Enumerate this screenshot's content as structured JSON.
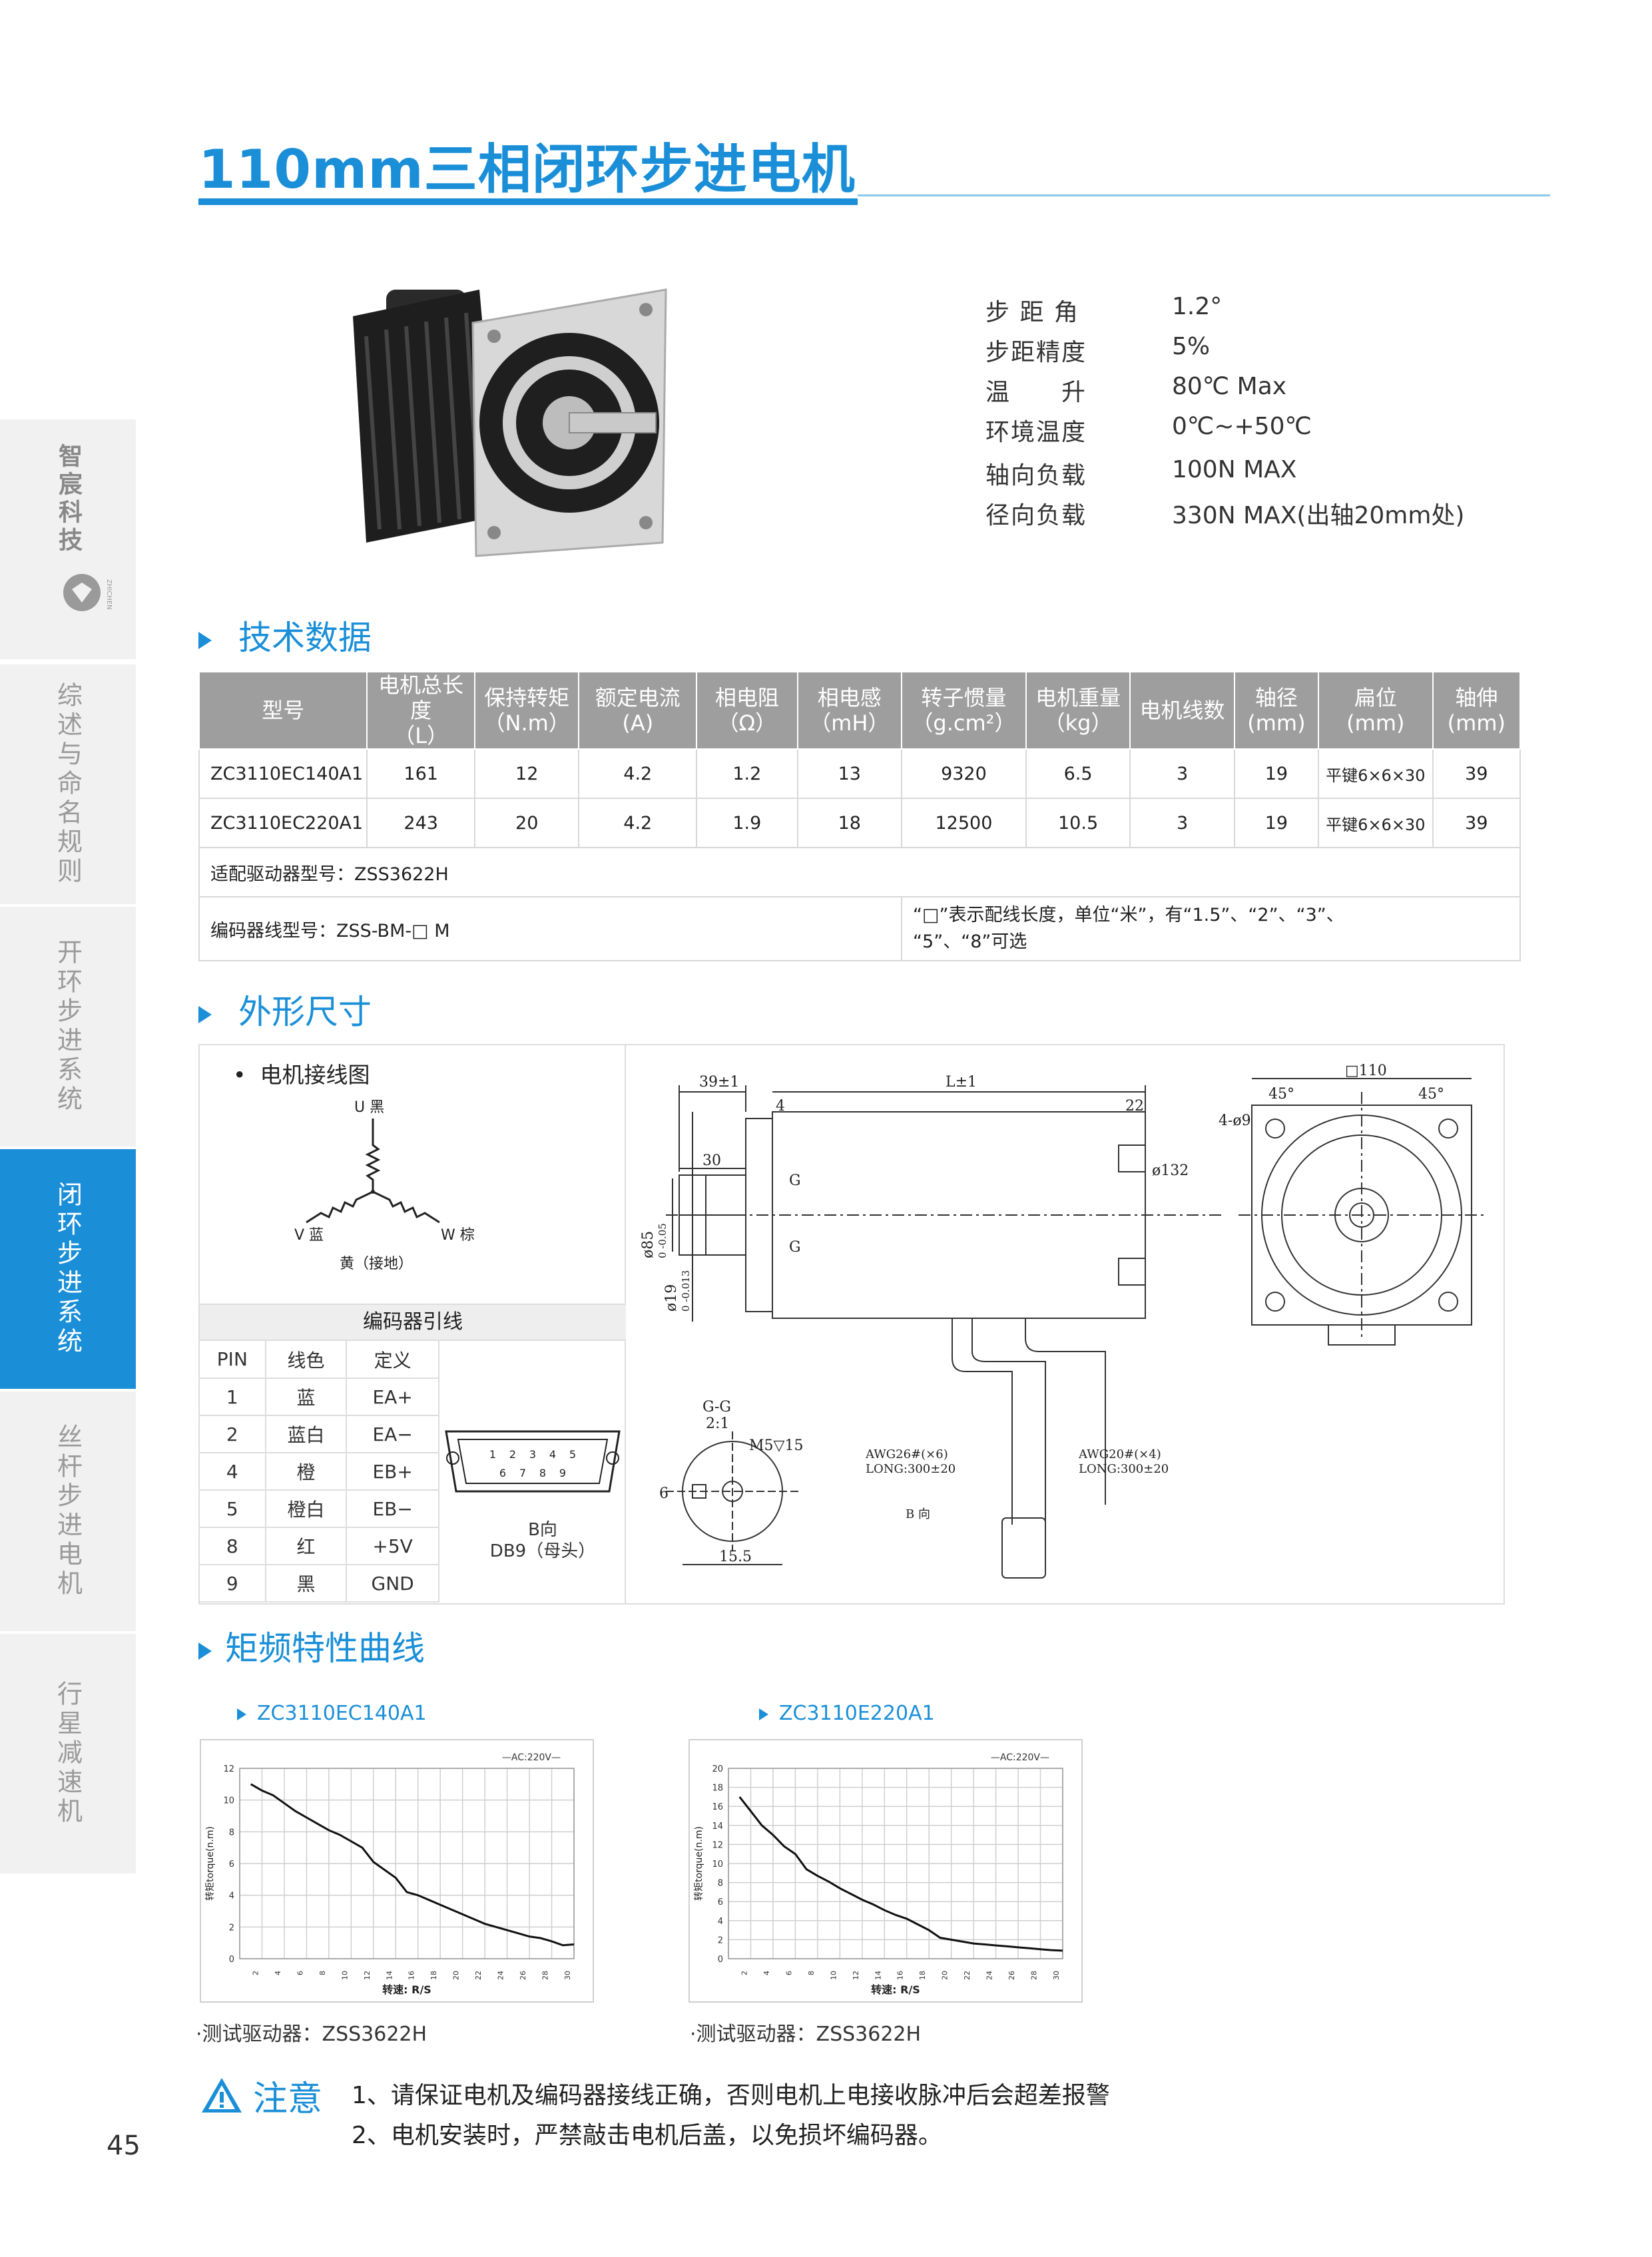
{
  "title": "110mm三相闭环步进电机",
  "sidebar": {
    "logo_text": "智宸科技",
    "logo_sub": "ZHICHEN",
    "tabs": [
      "综述与命名规则",
      "开环步进系统",
      "闭环步进系统",
      "丝杆步进电机",
      "行星减速机"
    ],
    "active_index": 2
  },
  "specs": [
    {
      "label": "步 距 角",
      "value": "1.2°"
    },
    {
      "label": "步距精度",
      "value": "5%"
    },
    {
      "label": "温　　升",
      "value": "80℃ Max"
    },
    {
      "label": "环境温度",
      "value": "0℃~+50℃"
    },
    {
      "label": "轴向负载",
      "value": "100N MAX"
    },
    {
      "label": "径向负载",
      "value": "330N MAX(出轴20mm处)"
    }
  ],
  "section_tech": "技术数据",
  "tech_table": {
    "headers": [
      [
        "型号"
      ],
      [
        "电机总长度",
        "（L）"
      ],
      [
        "保持转矩",
        "（N.m）"
      ],
      [
        "额定电流",
        "(A)"
      ],
      [
        "相电阻",
        "（Ω）"
      ],
      [
        "相电感",
        "（mH）"
      ],
      [
        "转子惯量",
        "（g.cm²）"
      ],
      [
        "电机重量",
        "（kg）"
      ],
      [
        "电机线数"
      ],
      [
        "轴径",
        "(mm)"
      ],
      [
        "扁位",
        "(mm)"
      ],
      [
        "轴伸",
        "(mm)"
      ]
    ],
    "rows": [
      [
        "ZC3110EC140A1",
        "161",
        "12",
        "4.2",
        "1.2",
        "13",
        "9320",
        "6.5",
        "3",
        "19",
        "平键6×6×30",
        "39"
      ],
      [
        "ZC3110EC220A1",
        "243",
        "20",
        "4.2",
        "1.9",
        "18",
        "12500",
        "10.5",
        "3",
        "19",
        "平键6×6×30",
        "39"
      ]
    ],
    "driver_note": "适配驱动器型号：ZSS3622H",
    "encoder_cable": "编码器线型号：ZSS-BM-□ M",
    "cable_note_1": "“□”表示配线长度，单位“米”，有“1.5”、“2”、“3”、",
    "cable_note_2": "“5”、“8”可选"
  },
  "section_dims": "外形尺寸",
  "wiring": {
    "title": "电机接线图",
    "u": "U 黑",
    "v": "V 蓝",
    "w": "W 棕",
    "ground": "黄（接地）"
  },
  "encoder": {
    "title": "编码器引线",
    "headers": [
      "PIN",
      "线色",
      "定义"
    ],
    "rows": [
      [
        "1",
        "蓝",
        "EA+"
      ],
      [
        "2",
        "蓝白",
        "EA−"
      ],
      [
        "4",
        "橙",
        "EB+"
      ],
      [
        "5",
        "橙白",
        "EB−"
      ],
      [
        "8",
        "红",
        "+5V"
      ],
      [
        "9",
        "黑",
        "GND"
      ]
    ],
    "db9_view": "B向",
    "db9_name": "DB9（母头）",
    "db9_pins": [
      "1",
      "2",
      "3",
      "4",
      "5",
      "6",
      "7",
      "8",
      "9"
    ]
  },
  "drawing": {
    "d_39": "39±1",
    "d_L": "L±1",
    "d_4": "4",
    "d_22": "22",
    "d_30": "30",
    "d_G": "G",
    "d_85": "ø85",
    "d_85_tol": "0 -0.05",
    "d_19": "ø19",
    "d_19_tol": "0 -0.013",
    "d_132": "ø132",
    "d_110": "□110",
    "d_4x9": "4-ø9",
    "d_45a": "45°",
    "d_45b": "45°",
    "sec_gg": "G-G",
    "sec_scale": "2:1",
    "d_m5": "M5▽15",
    "d_6": "6",
    "d_155": "15.5",
    "awg26": "AWG26#(×6)",
    "long1": "LONG:300±20",
    "awg20": "AWG20#(×4)",
    "long2": "LONG:300±20",
    "b_dir": "B 向"
  },
  "section_curves": "矩频特性曲线",
  "charts_meta": {
    "ylabel": "转矩torque(n.m)",
    "xlabel": "转速: R/S",
    "legend": "AC:220V",
    "x_ticks": [
      "2",
      "4",
      "6",
      "8",
      "10",
      "12",
      "14",
      "16",
      "18",
      "20",
      "22",
      "24",
      "26",
      "28",
      "30"
    ]
  },
  "chart_data": [
    {
      "type": "line",
      "title": "ZC3110EC140A1",
      "xlabel": "转速: R/S",
      "ylabel": "转矩torque(n.m)",
      "xlim": [
        0,
        30
      ],
      "ylim": [
        0,
        12
      ],
      "y_ticks": [
        "0",
        "2",
        "4",
        "6",
        "8",
        "10",
        "12"
      ],
      "grid": true,
      "legend_position": "top-right",
      "series": [
        {
          "name": "AC:220V",
          "x": [
            1,
            2,
            3,
            4,
            5,
            6,
            7,
            8,
            9,
            10,
            11,
            12,
            13,
            14,
            15,
            16,
            17,
            18,
            19,
            20,
            21,
            22,
            23,
            24,
            25,
            26,
            27,
            28,
            29,
            30
          ],
          "y": [
            11.0,
            10.6,
            10.3,
            9.8,
            9.3,
            8.9,
            8.5,
            8.1,
            7.8,
            7.4,
            7.0,
            6.1,
            5.6,
            5.1,
            4.2,
            4.0,
            3.7,
            3.4,
            3.1,
            2.8,
            2.5,
            2.2,
            2.0,
            1.8,
            1.6,
            1.4,
            1.3,
            1.1,
            0.85,
            0.9
          ]
        }
      ]
    },
    {
      "type": "line",
      "title": "ZC3110E220A1",
      "xlabel": "转速: R/S",
      "ylabel": "转矩torque(n.m)",
      "xlim": [
        0,
        30
      ],
      "ylim": [
        0,
        20
      ],
      "y_ticks": [
        "0",
        "2",
        "4",
        "6",
        "8",
        "10",
        "12",
        "14",
        "16",
        "18",
        "20"
      ],
      "grid": true,
      "legend_position": "top-right",
      "series": [
        {
          "name": "AC:220V",
          "x": [
            1,
            2,
            3,
            4,
            5,
            6,
            7,
            8,
            9,
            10,
            11,
            12,
            13,
            14,
            15,
            16,
            17,
            18,
            19,
            20,
            21,
            22,
            23,
            24,
            25,
            26,
            27,
            28,
            29,
            30
          ],
          "y": [
            17.0,
            15.5,
            14.0,
            13.0,
            11.8,
            11.0,
            9.4,
            8.7,
            8.1,
            7.4,
            6.8,
            6.2,
            5.7,
            5.1,
            4.6,
            4.2,
            3.6,
            3.0,
            2.2,
            2.0,
            1.8,
            1.6,
            1.5,
            1.4,
            1.3,
            1.2,
            1.1,
            1.0,
            0.9,
            0.85
          ]
        }
      ]
    }
  ],
  "test_driver": "·测试驱动器：ZSS3622H",
  "note": {
    "label": "注意",
    "line1": "1、请保证电机及编码器接线正确，否则电机上电接收脉冲后会超差报警",
    "line2": "2、电机安装时，严禁敲击电机后盖，以免损坏编码器。"
  },
  "page_number": "45",
  "colors": {
    "accent": "#1a8fd8",
    "header_gray": "#9e9e9e",
    "sidebar": "#f1f1f1"
  }
}
